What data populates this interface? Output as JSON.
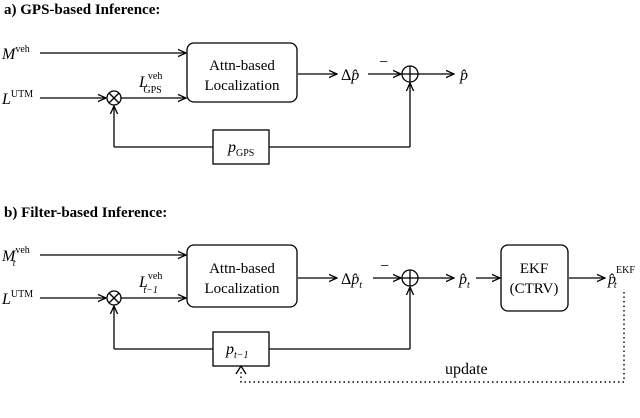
{
  "panel_a": {
    "title": "a) GPS-based Inference:",
    "input_map": {
      "base": "M",
      "sup": "veh"
    },
    "input_lidar": {
      "base": "L",
      "sup": "UTM"
    },
    "transformed_label": {
      "base": "L",
      "sup": "veh",
      "sub": "GPS"
    },
    "model_box": {
      "line1": "Attn-based",
      "line2": "Localization"
    },
    "delta_output": {
      "prefix": "Δ",
      "base": "p̂"
    },
    "minus_sign": "−",
    "final_output": {
      "base": "p̂"
    },
    "pose_box": {
      "base": "p",
      "sub": "GPS"
    }
  },
  "panel_b": {
    "title": "b) Filter-based Inference:",
    "input_map": {
      "base": "M",
      "sub": "t",
      "sup": "veh"
    },
    "input_lidar": {
      "base": "L",
      "sup": "UTM"
    },
    "transformed_label": {
      "base": "L",
      "sup": "veh",
      "sub": "t−1"
    },
    "model_box": {
      "line1": "Attn-based",
      "line2": "Localization"
    },
    "delta_output": {
      "prefix": "Δ",
      "base": "p̂",
      "sub": "t"
    },
    "minus_sign": "−",
    "mid_output": {
      "base": "p̂",
      "sub": "t"
    },
    "ekf_box": {
      "line1": "EKF",
      "line2": "(CTRV)"
    },
    "final_output": {
      "base": "p̂",
      "sub": "t",
      "sup": "EKF"
    },
    "pose_box": {
      "base": "p",
      "sub": "t−1"
    },
    "feedback_label": "update"
  }
}
